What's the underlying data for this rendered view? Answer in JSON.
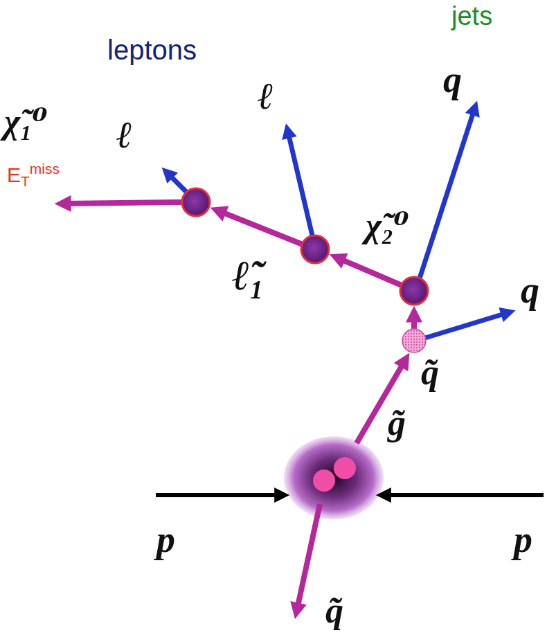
{
  "diagram": {
    "labels": [
      "jets",
      "leptons",
      "ℓ",
      "q",
      "ℓ",
      "χ̃₁⁰",
      "ETmiss",
      "χ̃₂⁰",
      "ℓ̃₁",
      "q",
      "q̃",
      "g̃",
      "p",
      "p",
      "q̃"
    ]
  }
}
